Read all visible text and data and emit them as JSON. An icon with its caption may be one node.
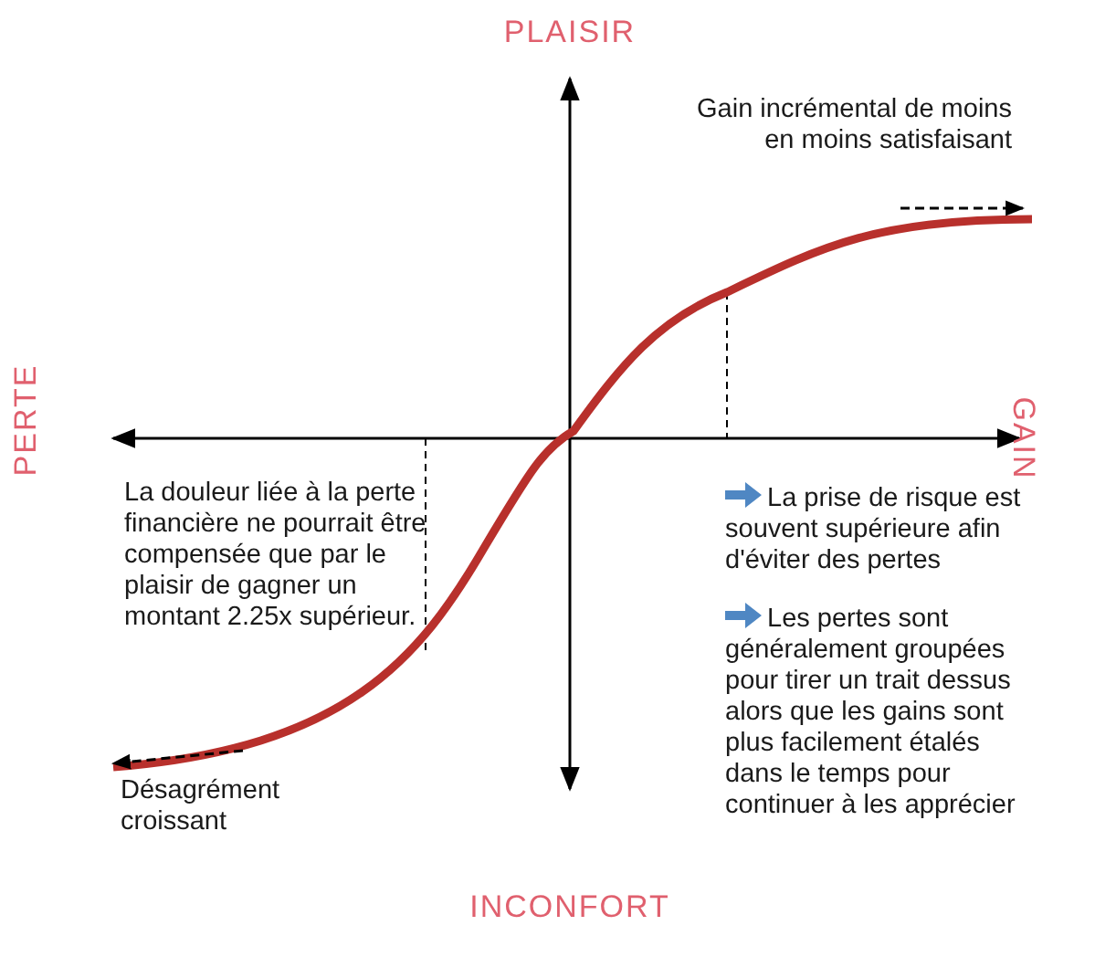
{
  "diagram": {
    "labels": [
      "PLAISIR",
      "Gain incrémental de moins en moins satisfaisant",
      "PERTE",
      "GAIN",
      "La douleur liée à la perte financière ne pourrait être compensée que par le plaisir de gagner un montant 2.25x supérieur.",
      "La prise de risque est souvent supérieure afin d'éviter des pertes",
      "Les pertes sont généralement groupées pour tirer un trait dessus alors que les gains sont plus facilement étalés dans le temps pour continuer à les apprécier",
      "Désagrément croissant",
      "INCONFORT"
    ]
  }
}
